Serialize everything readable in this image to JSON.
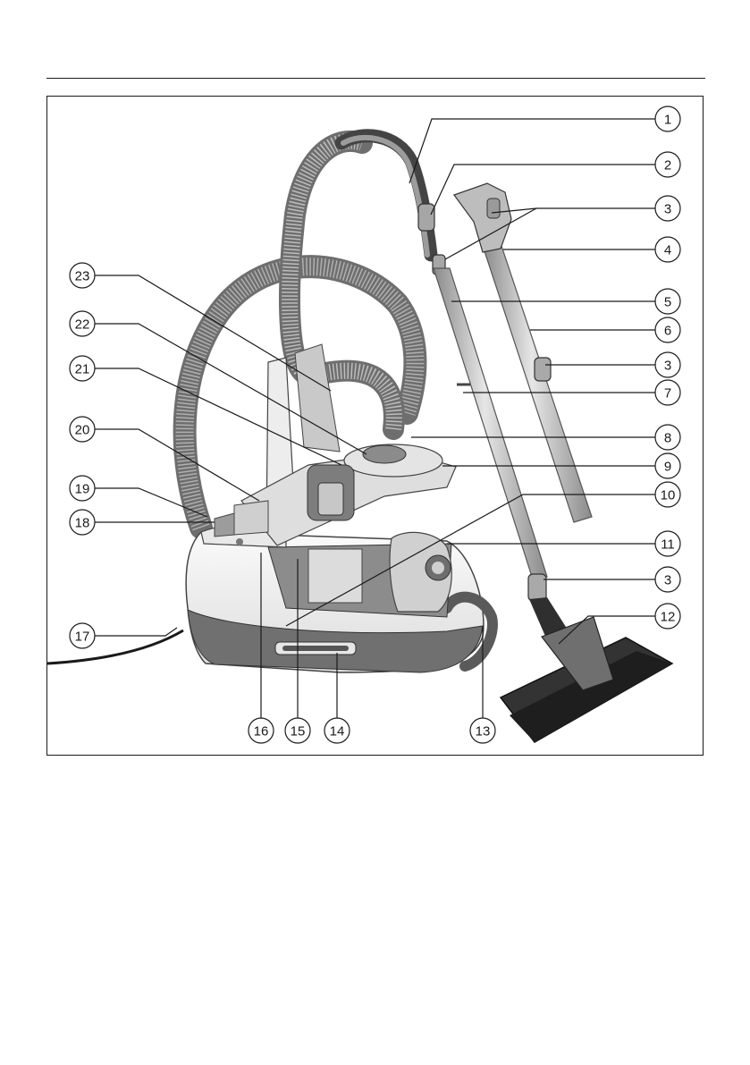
{
  "callouts": [
    "1",
    "2",
    "3",
    "4",
    "5",
    "6",
    "7",
    "8",
    "9",
    "10",
    "11",
    "12",
    "13",
    "14",
    "15",
    "16",
    "17",
    "18",
    "19",
    "20",
    "21",
    "22",
    "23"
  ],
  "colors": {
    "ink": "#1a1a1a",
    "hose": "#9a9a9a",
    "body_dark": "#6f6f6f",
    "body_light": "#f2f2f2",
    "metal": "#b8b8b8"
  }
}
